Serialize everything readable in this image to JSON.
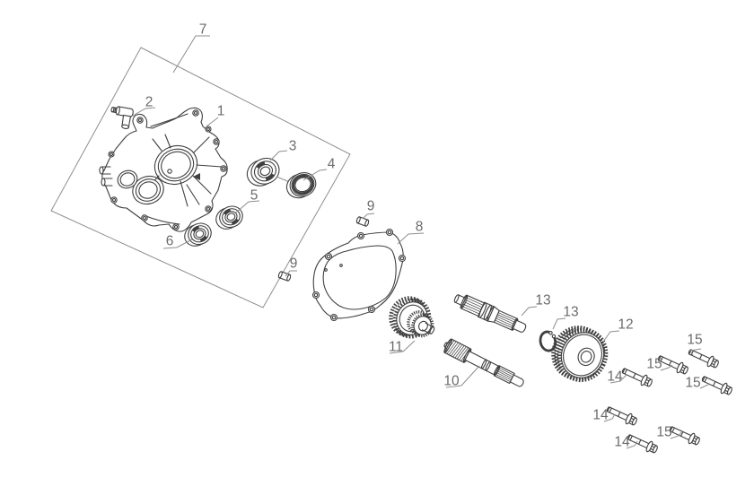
{
  "diagram": {
    "background": "#ffffff",
    "colors": {
      "background": "#ffffff",
      "part_line": "#3f3f3f",
      "leader_line": "#8e8e8e",
      "label_text": "#6b6b6b",
      "box_line": "#8e8e8e"
    },
    "callouts": [
      {
        "number": "7",
        "target": "boundary-box-group"
      },
      {
        "number": "2",
        "target": "breather-fitting"
      },
      {
        "number": "1",
        "target": "housing-cover"
      },
      {
        "number": "3",
        "target": "bearing"
      },
      {
        "number": "4",
        "target": "oil-seal"
      },
      {
        "number": "5",
        "target": "bearing"
      },
      {
        "number": "6",
        "target": "bearing"
      },
      {
        "number": "9",
        "target": "dowel-pin-upper"
      },
      {
        "number": "8",
        "target": "gasket"
      },
      {
        "number": "9",
        "target": "dowel-pin-lower"
      },
      {
        "number": "11",
        "target": "gear-cluster"
      },
      {
        "number": "10",
        "target": "input-shaft"
      },
      {
        "number": "13",
        "target": "output-shaft"
      },
      {
        "number": "13",
        "target": "circlip"
      },
      {
        "number": "12",
        "target": "driven-gear"
      },
      {
        "number": "14",
        "target": "flange-bolt"
      },
      {
        "number": "15",
        "target": "flange-bolt"
      },
      {
        "number": "15",
        "target": "flange-bolt"
      },
      {
        "number": "15",
        "target": "flange-bolt"
      },
      {
        "number": "14",
        "target": "flange-bolt"
      },
      {
        "number": "14",
        "target": "flange-bolt"
      },
      {
        "number": "15",
        "target": "flange-bolt"
      }
    ]
  }
}
